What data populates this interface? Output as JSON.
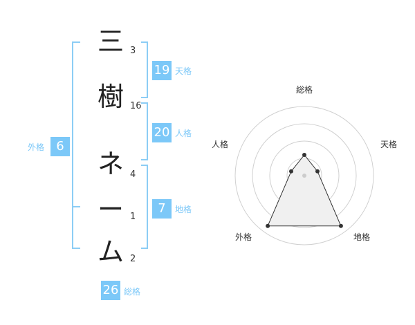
{
  "colors": {
    "accent": "#7cc8f8",
    "label": "#7cc8f8",
    "bracket": "#8ccdf5",
    "ring": "#d0d0d0",
    "polygon_fill": "#f0f0f0",
    "polygon_stroke": "#333333"
  },
  "name_chars": [
    {
      "char": "三",
      "strokes": "3"
    },
    {
      "char": "樹",
      "strokes": "16"
    },
    {
      "char": "ネ",
      "strokes": "4"
    },
    {
      "char": "ー",
      "strokes": "1"
    },
    {
      "char": "ム",
      "strokes": "2"
    }
  ],
  "fortune": {
    "tenkaku": {
      "value": "19",
      "label": "天格"
    },
    "jinkaku": {
      "value": "20",
      "label": "人格"
    },
    "chikaku": {
      "value": "7",
      "label": "地格"
    },
    "gaikaku": {
      "value": "6",
      "label": "外格"
    },
    "soukaku": {
      "value": "26",
      "label": "総格"
    }
  },
  "radar": {
    "labels": {
      "top": "総格",
      "upper_right": "天格",
      "upper_left": "人格",
      "lower_right": "地格",
      "lower_left": "外格"
    },
    "levels": {
      "soukaku": 0.3,
      "tenkaku": 0.2,
      "chikaku": 0.9,
      "gaikaku": 0.9,
      "jinkaku": 0.2
    }
  }
}
